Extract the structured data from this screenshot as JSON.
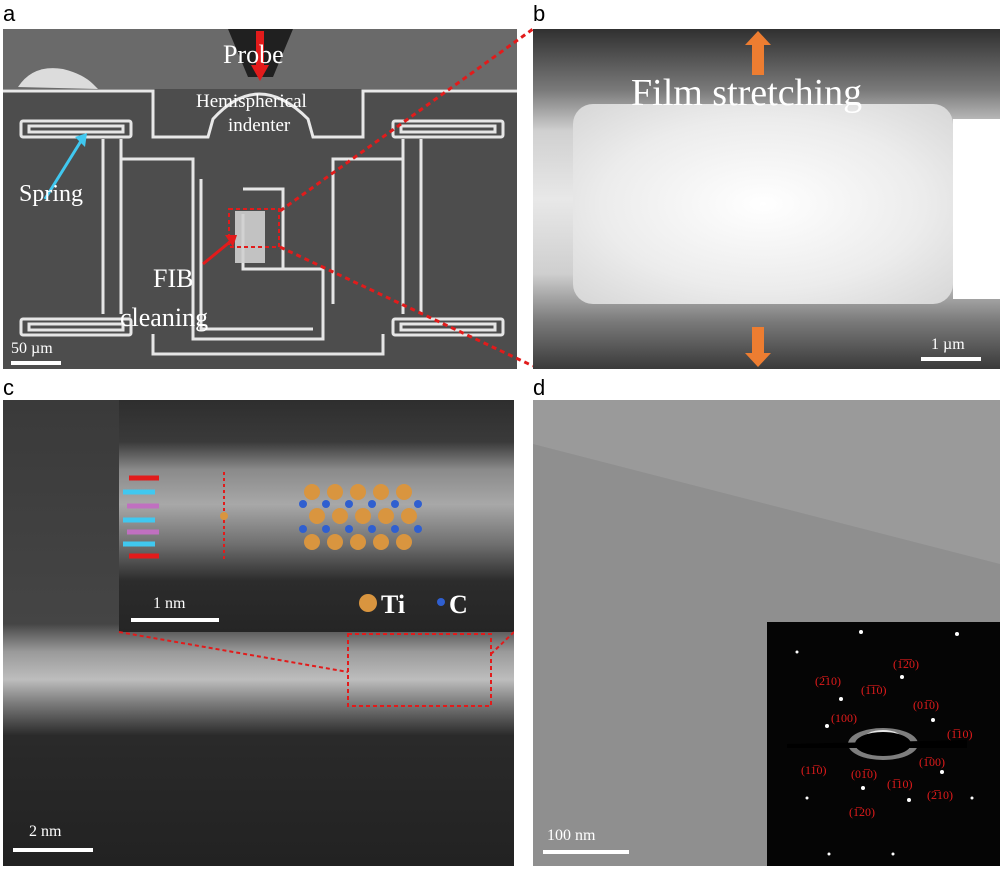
{
  "panels": {
    "a": {
      "letter": "a",
      "labels": {
        "probe": "Probe",
        "indenter_line1": "Hemispherical",
        "indenter_line2": "indenter",
        "spring": "Spring",
        "fib_line1": "FIB",
        "fib_line2": "cleaning"
      },
      "scalebar": "50 µm"
    },
    "b": {
      "letter": "b",
      "title": "Film stretching",
      "scalebar": "1 µm"
    },
    "c": {
      "letter": "c",
      "inset_scalebar": "1 nm",
      "legend": [
        {
          "label": "Ti",
          "color": "#d9953f"
        },
        {
          "label": "C",
          "color": "#2f5fd0"
        }
      ],
      "scalebar": "2 nm"
    },
    "d": {
      "letter": "d",
      "scalebar": "100 nm",
      "diffraction_labels": [
        "(1̅2̅0)",
        "(2̅10)",
        "(1̅1̅0)",
        "(01̅0)",
        "(100)",
        "(1̅10)",
        "(11̅0)",
        "(01̅0)",
        "(1̅00)",
        "(1̅10)",
        "(2̅10)",
        "(1̅20)"
      ]
    }
  },
  "colors": {
    "arrow_orange": "#ed7d31",
    "annotation_red": "#e21b1b",
    "arrow_cyan": "#40c8f0",
    "arrow_magenta": "#c070c0"
  }
}
